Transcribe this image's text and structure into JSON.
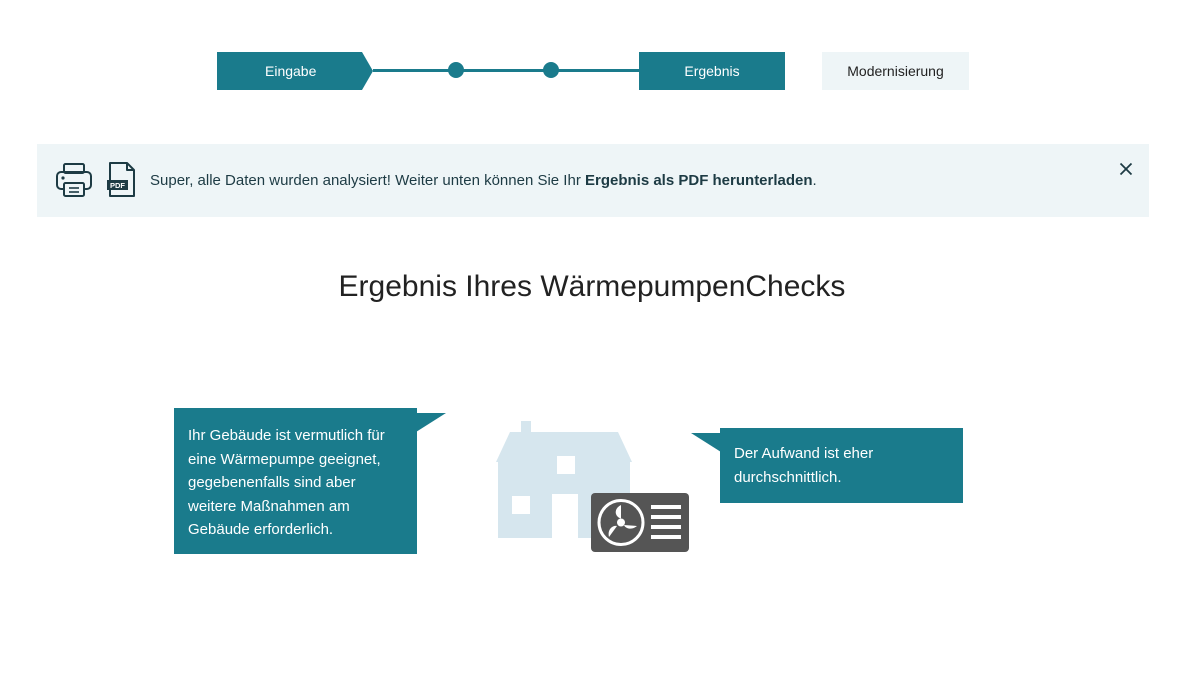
{
  "stepper": {
    "step1_label": "Eingabe",
    "step4_label": "Ergebnis",
    "step5_label": "Modernisierung"
  },
  "notice": {
    "text_prefix": "Super, alle Daten wurden analysiert! Weiter unten können Sie Ihr ",
    "text_bold": "Ergebnis als PDF herunterladen",
    "text_suffix": ".",
    "pdf_icon_label": "PDF",
    "icons": [
      "printer-icon",
      "pdf-icon",
      "close-icon"
    ]
  },
  "title": "Ergebnis Ihres WärmepumpenChecks",
  "result": {
    "suitability_text": "Ihr Gebäude ist vermutlich für eine Wärmepumpe geeignet, gegebenenfalls sind aber weitere Maßnahmen am Gebäude erforderlich.",
    "effort_text": "Der Aufwand ist eher durchschnittlich."
  },
  "colors": {
    "accent": "#1a7b8c",
    "light_bg": "#eef5f7",
    "house": "#d6e6ee",
    "heatpump": "#555555"
  }
}
